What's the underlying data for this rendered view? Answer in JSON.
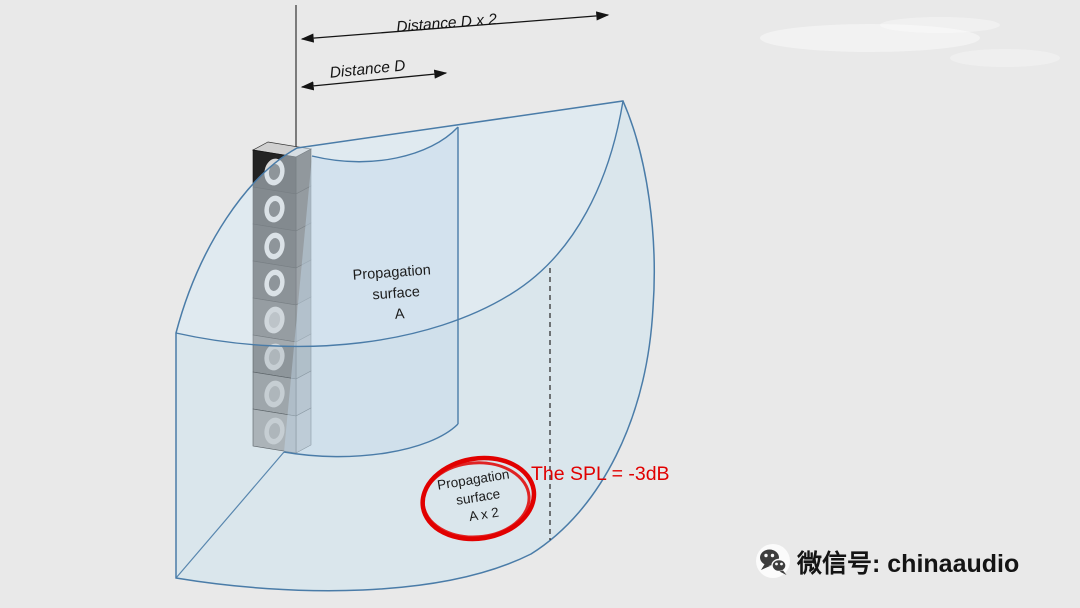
{
  "scene": {
    "background": "#e9e9e9",
    "surface_stroke": "#4a7ca8",
    "surface_fill": "#cfe0ee",
    "annotation_red": "#e10000",
    "text_color": "#141414"
  },
  "dimensions": {
    "far_label": "Distance D x 2",
    "near_label": "Distance D"
  },
  "labels": {
    "surface_a": [
      "Propagation",
      "surface",
      "A"
    ],
    "surface_a2": [
      "Propagation",
      "surface",
      "A x 2"
    ],
    "spl_note": "The SPL = -3dB"
  },
  "speaker": {
    "box_count": 8,
    "shades_front": [
      "#232323",
      "#282828",
      "#2f2f2f",
      "#3a3a3a",
      "#4f4f4f",
      "#686868",
      "#828282",
      "#969696"
    ],
    "shades_side": [
      "#454545",
      "#4a4a4a",
      "#515151",
      "#5c5c5c",
      "#707070",
      "#878787",
      "#9d9d9d",
      "#aeaeae"
    ],
    "ring_dark": "#d8d8d8",
    "ring_light": "#c2c2c2",
    "cone_dark": "#3f3f3f",
    "cone_light": "#9c9c9c"
  },
  "watermark": {
    "icon": "wechat-icon",
    "label": "微信号: chinaaudio"
  }
}
